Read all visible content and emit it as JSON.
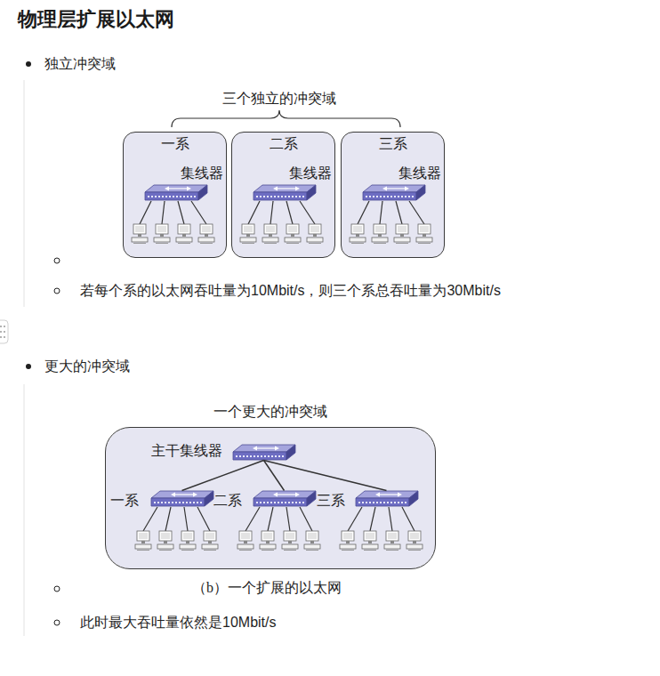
{
  "diagram": {
    "title": "物理层扩展以太网",
    "caption": "（b）一个扩展的以太网",
    "nodes": [
      {
        "text": [
          "一系"
        ]
      },
      {
        "text": [
          "集线器"
        ],
        "in": 0
      },
      {
        "text": [
          "二系"
        ]
      },
      {
        "text": [
          "集线器"
        ],
        "in": 2
      },
      {
        "text": [
          "三系"
        ]
      },
      {
        "text": [
          "集线器"
        ],
        "in": 4
      },
      {
        "text": [
          "一个更大的冲突域"
        ]
      },
      {
        "text": [
          "主干集线器"
        ],
        "in": 6
      },
      {
        "text": [
          "一系"
        ],
        "in": 6
      },
      {
        "text": [
          "二系"
        ],
        "in": 6
      },
      {
        "text": [
          "三系"
        ],
        "in": 6
      }
    ],
    "edges": [
      {
        "from": 7,
        "to": 8,
        "arrow": "none"
      },
      {
        "from": 7,
        "to": 9,
        "arrow": "none"
      },
      {
        "from": 7,
        "to": 10,
        "arrow": "none"
      }
    ],
    "labels": [
      "独立冲突域",
      "三个独立的冲突域",
      "若每个系的以太网吞吐量为10Mbit/s，则三个系总吞吐量为30Mbit/s",
      "更大的冲突域",
      "此时最大吞吐量依然是10Mbit/s"
    ]
  }
}
